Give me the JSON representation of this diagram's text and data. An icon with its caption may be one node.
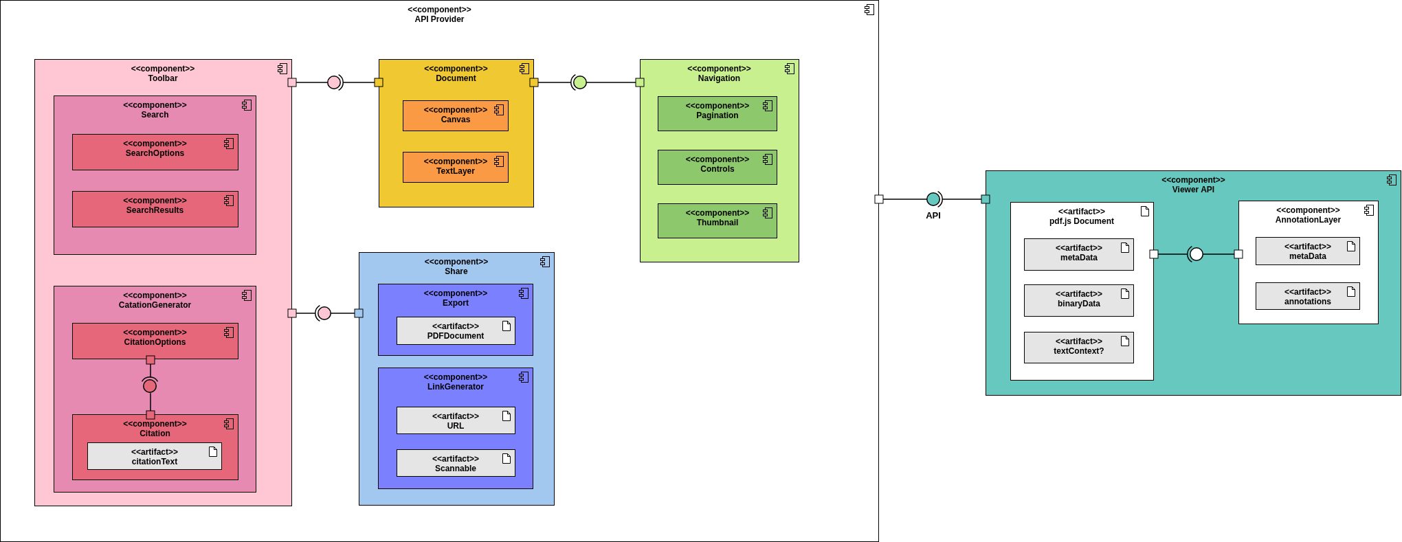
{
  "diagram": {
    "nodes": [
      {
        "text": [
          "<<component>>",
          "API Provider"
        ]
      },
      {
        "text": [
          "<<component>>",
          "Toolbar"
        ],
        "in": 0
      },
      {
        "text": [
          "<<component>>",
          "Search"
        ],
        "in": 1
      },
      {
        "text": [
          "<<component>>",
          "SearchOptions"
        ],
        "in": 2
      },
      {
        "text": [
          "<<component>>",
          "SearchResults"
        ],
        "in": 2
      },
      {
        "text": [
          "<<component>>",
          "CatationGenerator"
        ],
        "in": 1
      },
      {
        "text": [
          "<<component>>",
          "CitationOptions"
        ],
        "in": 5
      },
      {
        "text": [],
        "shape": "circle",
        "in": 5
      },
      {
        "text": [
          "<<component>>",
          "Citation"
        ],
        "in": 5
      },
      {
        "text": [
          "<<artifact>>",
          "citationText"
        ],
        "in": 8
      },
      {
        "text": [],
        "shape": "circle",
        "in": 0
      },
      {
        "text": [
          "<<component>>",
          "Document"
        ],
        "in": 0
      },
      {
        "text": [
          "<<component>>",
          "Canvas"
        ],
        "in": 11
      },
      {
        "text": [
          "<<component>>",
          "TextLayer"
        ],
        "in": 11
      },
      {
        "text": [],
        "shape": "circle",
        "in": 0
      },
      {
        "text": [
          "<<component>>",
          "Navigation"
        ],
        "in": 0
      },
      {
        "text": [
          "<<component>>",
          "Pagination"
        ],
        "in": 15
      },
      {
        "text": [
          "<<component>>",
          "Controls"
        ],
        "in": 15
      },
      {
        "text": [
          "<<component>>",
          "Thumbnail"
        ],
        "in": 15
      },
      {
        "text": [],
        "shape": "circle",
        "in": 0
      },
      {
        "text": [
          "<<component>>",
          "Share"
        ],
        "in": 0
      },
      {
        "text": [
          "<<component>>",
          "Export"
        ],
        "in": 20
      },
      {
        "text": [
          "<<artifact>>",
          "PDFDocument"
        ],
        "in": 21
      },
      {
        "text": [
          "<<component>>",
          "LinkGenerator"
        ],
        "in": 20
      },
      {
        "text": [
          "<<artifact>>",
          "URL"
        ],
        "in": 23
      },
      {
        "text": [
          "<<artifact>>",
          "Scannable"
        ],
        "in": 23
      },
      {
        "text": [],
        "shape": "circle",
        "beside": [
          "API"
        ]
      },
      {
        "text": [
          "<<component>>",
          "Viewer API"
        ]
      },
      {
        "text": [
          "<<artifact>>",
          "pdf.js Document"
        ],
        "in": 27
      },
      {
        "text": [
          "<<artifact>>",
          "metaData"
        ],
        "in": 28
      },
      {
        "text": [
          "<<artifact>>",
          "binaryData"
        ],
        "in": 28
      },
      {
        "text": [
          "<<artifact>>",
          "textContext?"
        ],
        "in": 28
      },
      {
        "text": [],
        "shape": "circle",
        "in": 27
      },
      {
        "text": [
          "<<component>>",
          "AnnotationLayer"
        ],
        "in": 27
      },
      {
        "text": [
          "<<artifact>>",
          "metaData"
        ],
        "in": 33
      },
      {
        "text": [
          "<<artifact>>",
          "annotations"
        ],
        "in": 33
      }
    ],
    "edges": [
      {
        "from": 10,
        "to": 1,
        "arrow": "other"
      },
      {
        "from": 10,
        "to": 11,
        "arrow": "other"
      },
      {
        "from": 14,
        "to": 11,
        "arrow": "other"
      },
      {
        "from": 14,
        "to": 15,
        "arrow": "other"
      },
      {
        "from": 19,
        "to": 1,
        "arrow": "other"
      },
      {
        "from": 19,
        "to": 20,
        "arrow": "other"
      },
      {
        "from": 7,
        "to": 6,
        "arrow": "other"
      },
      {
        "from": 7,
        "to": 8,
        "arrow": "other"
      },
      {
        "from": 26,
        "to": 0,
        "arrow": "other"
      },
      {
        "from": 26,
        "to": 27,
        "arrow": "other"
      },
      {
        "from": 32,
        "to": 28,
        "arrow": "other"
      },
      {
        "from": 32,
        "to": 33,
        "arrow": "other"
      }
    ]
  }
}
